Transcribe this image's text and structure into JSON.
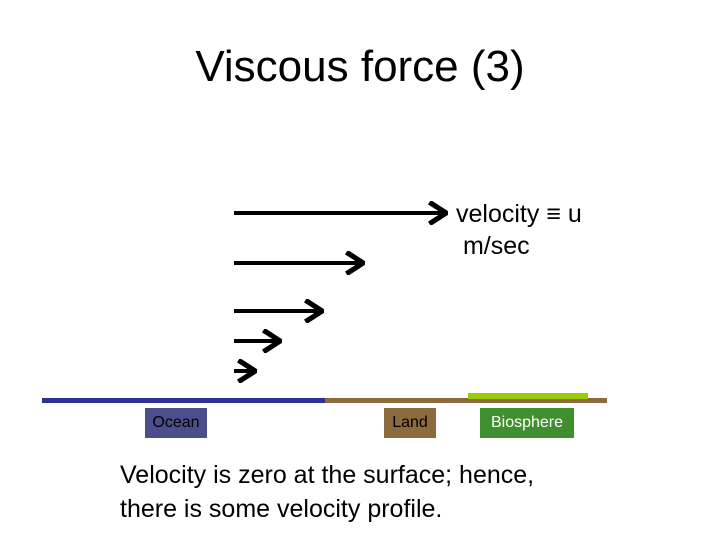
{
  "slide": {
    "title": "Viscous force (3)",
    "velocity_label_line1": "velocity ≡ u",
    "velocity_label_line2": " m/sec",
    "caption_line1": "Velocity is zero at the surface; hence,",
    "caption_line2": "there is some velocity profile."
  },
  "surfaces": {
    "ocean_label": "Ocean",
    "land_label": "Land",
    "biosphere_label": "Biosphere"
  },
  "colors": {
    "ocean": "#2e3192",
    "ocean_box": "#4a4f8c",
    "land": "#8b6a3e",
    "land_box": "#8b6a3e",
    "biosphere": "#99cc00",
    "biosphere_box": "#3f8f2f",
    "arrow": "#000000"
  }
}
